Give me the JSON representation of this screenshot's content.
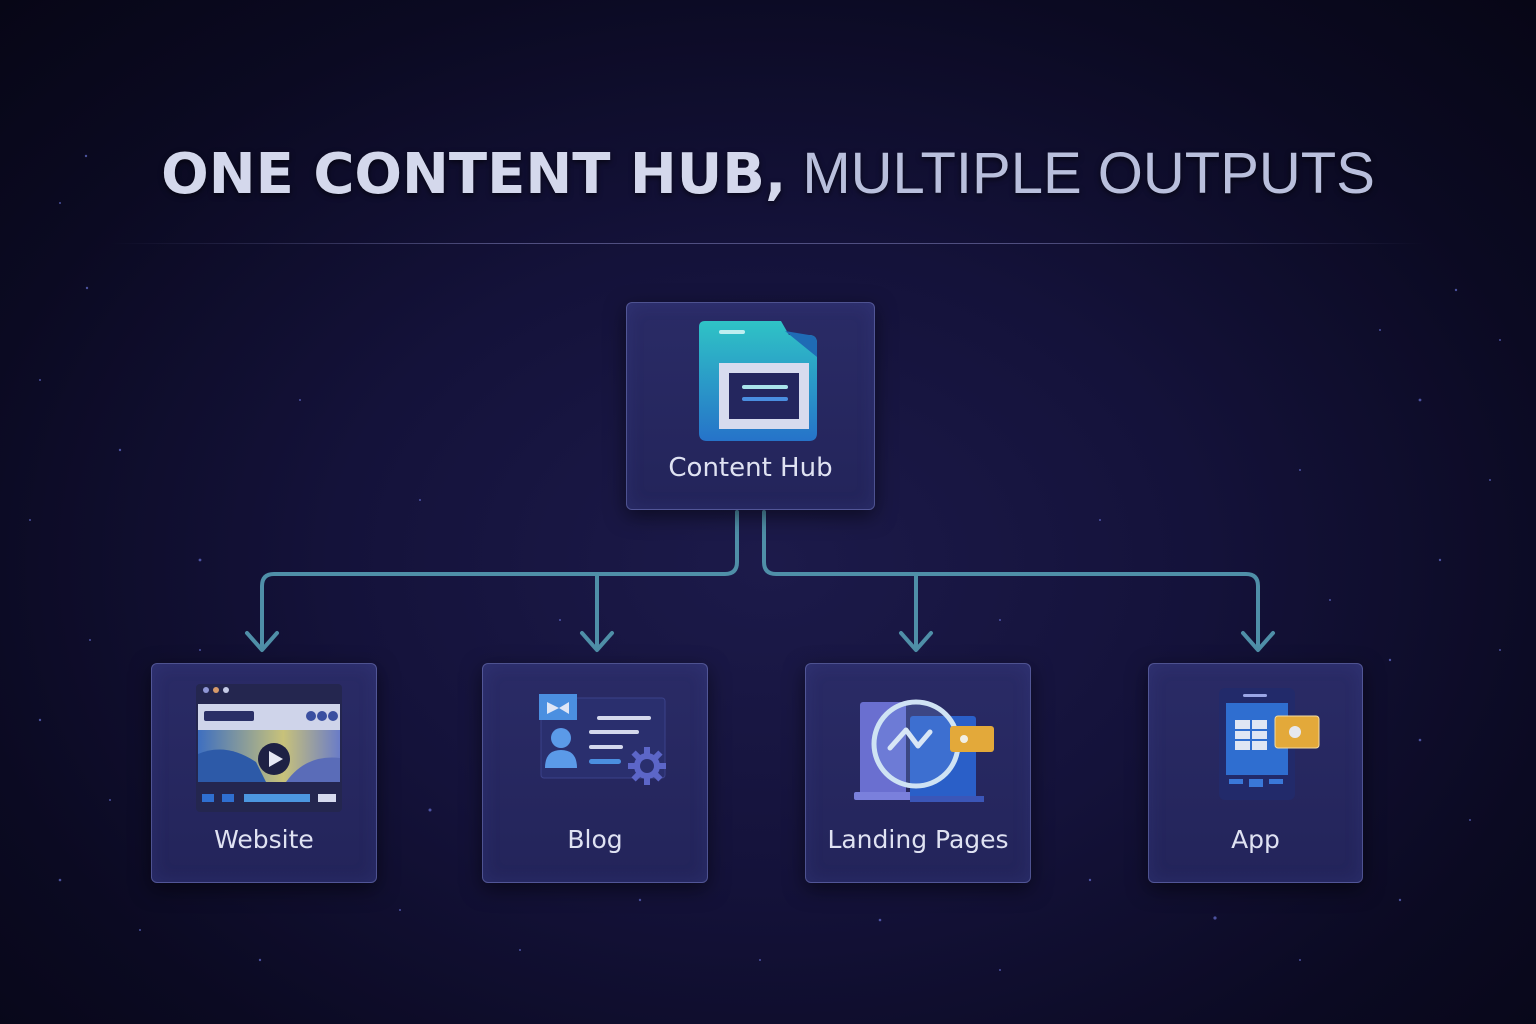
{
  "title": {
    "bold_part": "ONE CONTENT HUB,",
    "light_part": " MULTIPLE OUTPUTS"
  },
  "hub": {
    "label": "Content Hub",
    "icon": "folder-document-icon"
  },
  "outputs": [
    {
      "label": "Website",
      "icon": "browser-video-icon"
    },
    {
      "label": "Blog",
      "icon": "profile-article-settings-icon"
    },
    {
      "label": "Landing Pages",
      "icon": "analytics-pages-icon"
    },
    {
      "label": "App",
      "icon": "mobile-app-icon"
    }
  ],
  "colors": {
    "background": "#14123a",
    "card": "#26275e",
    "connector": "#4f8fa8",
    "title": "#c9cde4",
    "accent_teal": "#2bb6c4",
    "accent_blue": "#2f78d6",
    "accent_gold": "#e3a93a"
  }
}
